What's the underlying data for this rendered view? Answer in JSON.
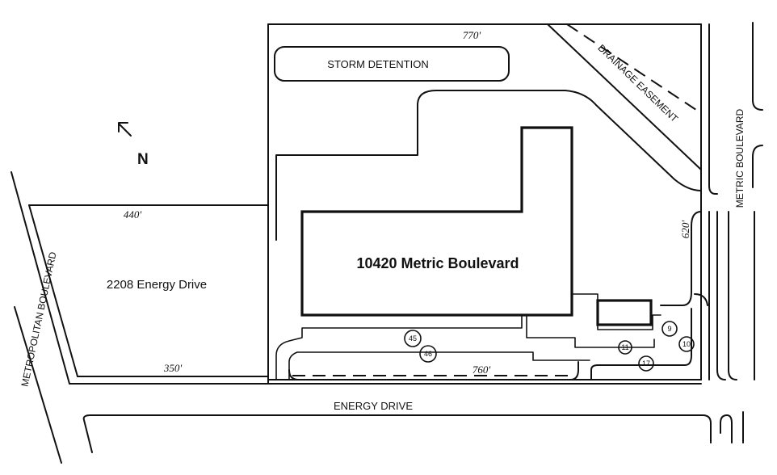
{
  "north": {
    "arrow": "north-arrow-icon",
    "label": "N"
  },
  "parcels": {
    "main": {
      "address": "10420 Metric Boulevard"
    },
    "west": {
      "address": "2208 Energy Drive"
    }
  },
  "features": {
    "storm": "STORM DETENTION",
    "drainage": "DRAINAGE EASEMENT"
  },
  "streets": {
    "south": "ENERGY DRIVE",
    "east": "METRIC BOULEVARD",
    "west": "METROPOLITAN BOULEVARD"
  },
  "dimensions": {
    "north_main": "770'",
    "north_west": "440'",
    "east": "620'",
    "south_main": "760'",
    "south_west": "350'"
  },
  "markers": [
    "45",
    "46",
    "11",
    "17",
    "9",
    "10"
  ]
}
